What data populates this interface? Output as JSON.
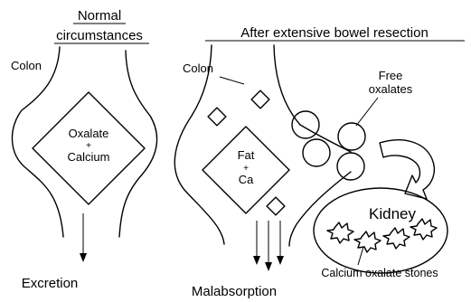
{
  "titles": {
    "normal_line1": "Normal",
    "normal_line2": "circumstances",
    "after": "After extensive bowel resection"
  },
  "labels": {
    "colon_left": "Colon",
    "colon_right": "Colon",
    "oxalate": "Oxalate",
    "plus_left": "+",
    "calcium": "Calcium",
    "fat": "Fat",
    "plus_right": "+",
    "ca": "Ca",
    "free_line1": "Free",
    "free_line2": "oxalates",
    "kidney": "Kidney",
    "stones": "Calcium oxalate stones",
    "excretion": "Excretion",
    "malabsorption": "Malabsorption"
  }
}
